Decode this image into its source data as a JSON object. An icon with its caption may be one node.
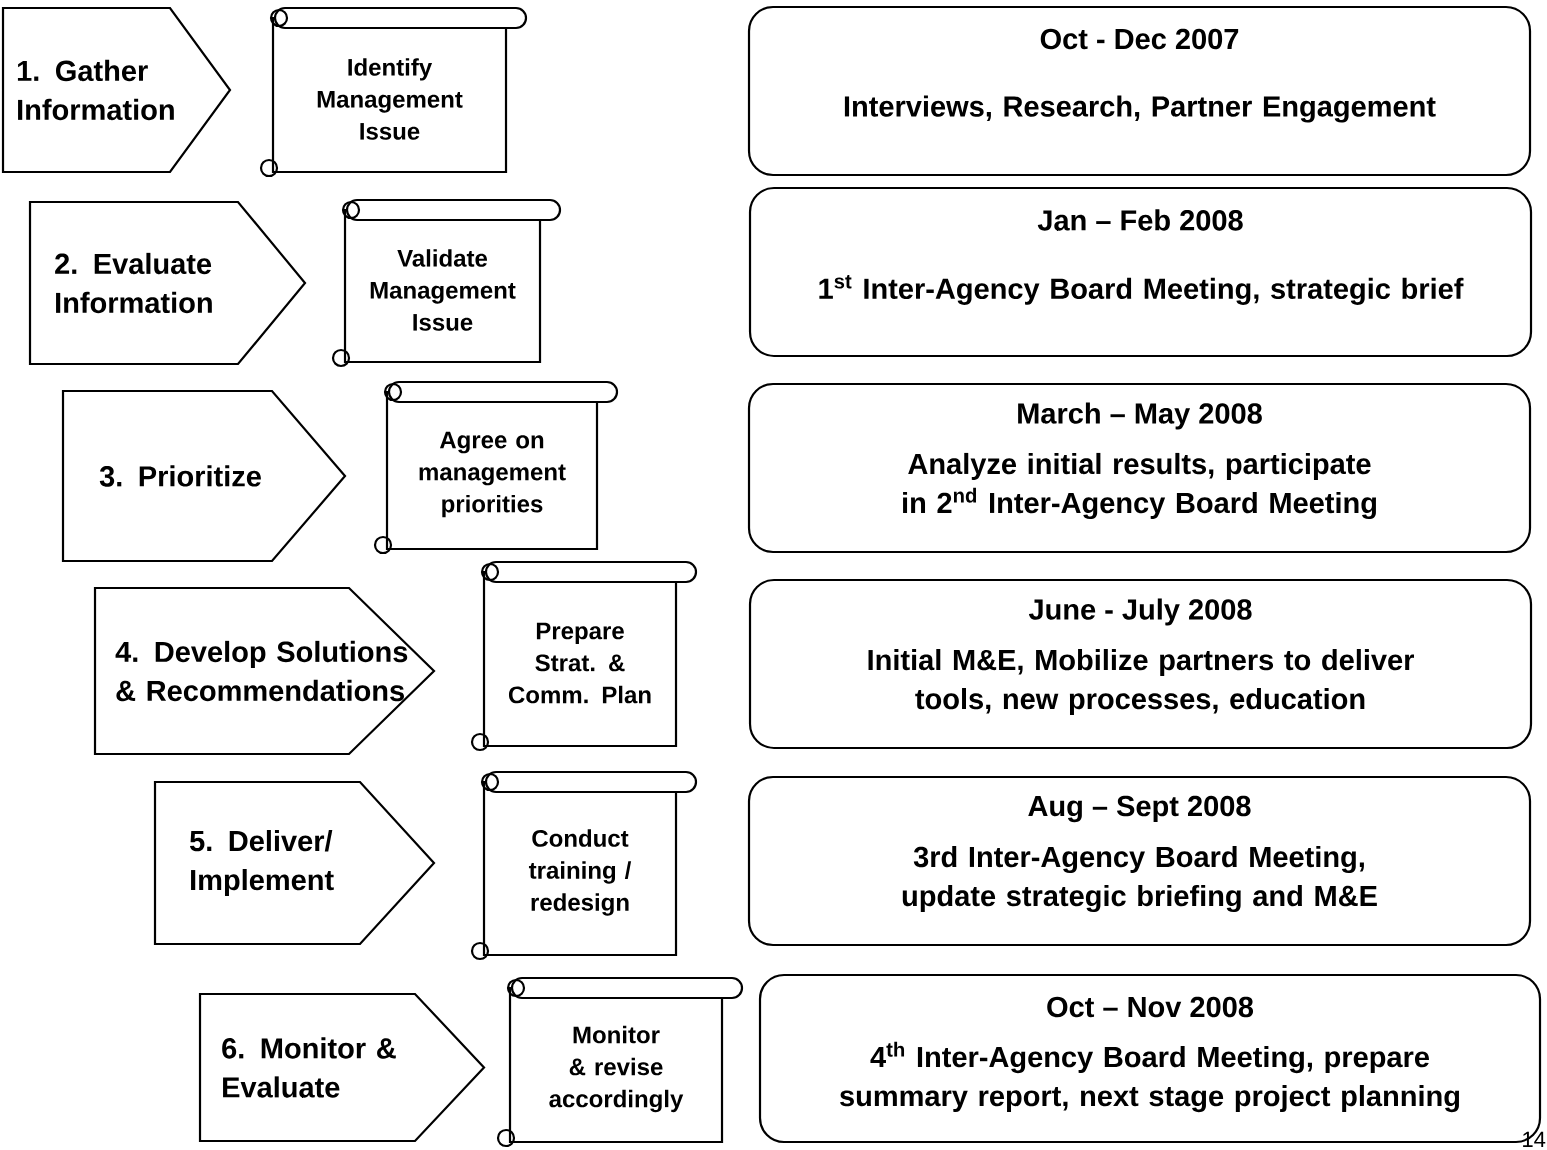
{
  "diagram": {
    "nodes": [
      {
        "text": [
          "1. Gather Information"
        ]
      },
      {
        "text": [
          "Identify Management Issue"
        ]
      },
      {
        "text": [
          "Oct - Dec 2007",
          "Interviews, Research, Partner Engagement"
        ]
      },
      {
        "text": [
          "2. Evaluate Information"
        ]
      },
      {
        "text": [
          "Validate Management Issue"
        ]
      },
      {
        "text": [
          "Jan – Feb 2008",
          "1$^{st}$  Inter-Agency Board Meeting, strategic brief"
        ]
      },
      {
        "text": [
          "3. Prioritize"
        ]
      },
      {
        "text": [
          "Agree on management priorities"
        ]
      },
      {
        "text": [
          "March – May 2008",
          "Analyze initial results, participate in 2$^{nd}$ Inter-Agency Board Meeting"
        ]
      },
      {
        "text": [
          "4. Develop Solutions & Recommendations"
        ]
      },
      {
        "text": [
          "Prepare Strat. & Comm. Plan"
        ]
      },
      {
        "text": [
          "June - July 2008",
          "Initial M&E, Mobilize partners to deliver tools, new processes, education"
        ]
      },
      {
        "text": [
          "5. Deliver/ Implement"
        ]
      },
      {
        "text": [
          "Conduct training / redesign"
        ]
      },
      {
        "text": [
          "Aug – Sept 2008",
          "3rd Inter-Agency Board Meeting, update strategic briefing and M&E"
        ]
      },
      {
        "text": [
          "6. Monitor & Evaluate"
        ]
      },
      {
        "text": [
          "Monitor & revise accordingly"
        ]
      },
      {
        "text": [
          "Oct – Nov 2008",
          "4$^{th}$  Inter-Agency Board Meeting, prepare summary report, next stage project planning"
        ]
      }
    ],
    "labels": [
      "14"
    ]
  }
}
